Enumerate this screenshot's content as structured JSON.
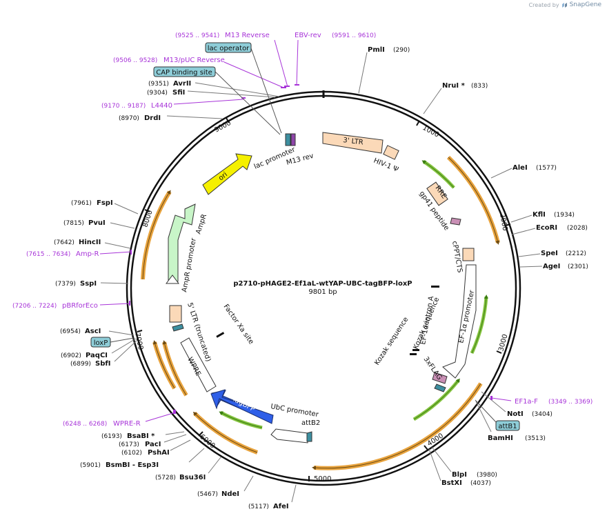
{
  "watermark": {
    "created_by": "Created by",
    "brand": "SnapGene",
    "icon": "snapgene-logo-icon"
  },
  "plasmid": {
    "name": "p2710-pHAGE2-Ef1aL-wtYAP-UBC-tagBFP-loxP",
    "size_label": "9801 bp",
    "length": 9801
  },
  "ticks": [
    "1000",
    "2000",
    "3000",
    "4000",
    "5000",
    "6000",
    "7000",
    "8000",
    "9000"
  ],
  "sites": [
    {
      "name": "PmlI",
      "pos": "(290)"
    },
    {
      "name": "NruI *",
      "pos": "(833)"
    },
    {
      "name": "AleI",
      "pos": "(1577)"
    },
    {
      "name": "KflI",
      "pos": "(1934)"
    },
    {
      "name": "EcoRI",
      "pos": "(2028)"
    },
    {
      "name": "SpeI",
      "pos": "(2212)"
    },
    {
      "name": "AgeI",
      "pos": "(2301)"
    },
    {
      "name": "NotI",
      "pos": "(3404)"
    },
    {
      "name": "BamHI",
      "pos": "(3513)"
    },
    {
      "name": "BlpI",
      "pos": "(3980)"
    },
    {
      "name": "BstXI",
      "pos": "(4037)"
    },
    {
      "name": "AfeI",
      "pos": "(5117)"
    },
    {
      "name": "NdeI",
      "pos": "(5467)"
    },
    {
      "name": "Bsu36I",
      "pos": "(5728)"
    },
    {
      "name": "BsmBI - Esp3I",
      "pos": "(5901)"
    },
    {
      "name": "PshAI",
      "pos": "(6102)"
    },
    {
      "name": "PacI",
      "pos": "(6173)"
    },
    {
      "name": "BsaBI *",
      "pos": "(6193)"
    },
    {
      "name": "SbfI",
      "pos": "(6899)"
    },
    {
      "name": "PaqCI",
      "pos": "(6902)"
    },
    {
      "name": "AscI",
      "pos": "(6954)"
    },
    {
      "name": "SspI",
      "pos": "(7379)"
    },
    {
      "name": "HincII",
      "pos": "(7642)"
    },
    {
      "name": "PvuI",
      "pos": "(7815)"
    },
    {
      "name": "FspI",
      "pos": "(7961)"
    },
    {
      "name": "DrdI",
      "pos": "(8970)"
    },
    {
      "name": "SfiI",
      "pos": "(9304)"
    },
    {
      "name": "AvrII",
      "pos": "(9351)"
    }
  ],
  "primers": [
    {
      "name": "M13 Reverse",
      "pos": "(9525 .. 9541)"
    },
    {
      "name": "EBV-rev",
      "pos": "(9591 .. 9610)"
    },
    {
      "name": "M13/pUC Reverse",
      "pos": "(9506 .. 9528)"
    },
    {
      "name": "L4440",
      "pos": "(9170 .. 9187)"
    },
    {
      "name": "Amp-R",
      "pos": "(7615 .. 7634)"
    },
    {
      "name": "pBRforEco",
      "pos": "(7206 .. 7224)"
    },
    {
      "name": "WPRE-R",
      "pos": "(6248 .. 6268)"
    },
    {
      "name": "EF1a-F",
      "pos": "(3349 .. 3369)"
    }
  ],
  "boxed": {
    "lac_operator": "lac operator",
    "cap_site": "CAP binding site",
    "loxP": "loxP",
    "attB1": "attB1"
  },
  "features": {
    "ltr3": "3' LTR",
    "hiv_psi": "HIV-1 Ψ",
    "rre": "RRE",
    "gp41": "gp41 peptide",
    "cppt": "cPPT/CTS",
    "ef1a_intron": "EF-1α intron A",
    "ef1a_promoter": "EF-1α promoter",
    "kozak1": "Kozak sequence",
    "kozak2": "Kozak sequence",
    "flag": "3xFLAG",
    "ubc_promoter": "UbC promoter",
    "attb2": "attB2",
    "tagbfp": "TagBFP",
    "wpre": "WPRE",
    "factor_xa": "Factor Xa site",
    "ltr5": "5' LTR (truncated)",
    "ampr_promoter": "AmpR promoter",
    "ampr": "AmpR",
    "ori": "ori",
    "lac_promoter": "lac promoter",
    "m13_rev": "M13 rev"
  },
  "colors": {
    "orf": "#e8a33d",
    "orf_line": "#6b4a12",
    "promoter_green": "#86c440",
    "ltr": "#fbd9b8",
    "ori": "#f5f000",
    "ampr": "#c8f5c8",
    "tagbfp": "#2f5fe8",
    "primer": "#a733d8",
    "misc_box": "#8ecdd8",
    "flag": "#c98fb5"
  }
}
